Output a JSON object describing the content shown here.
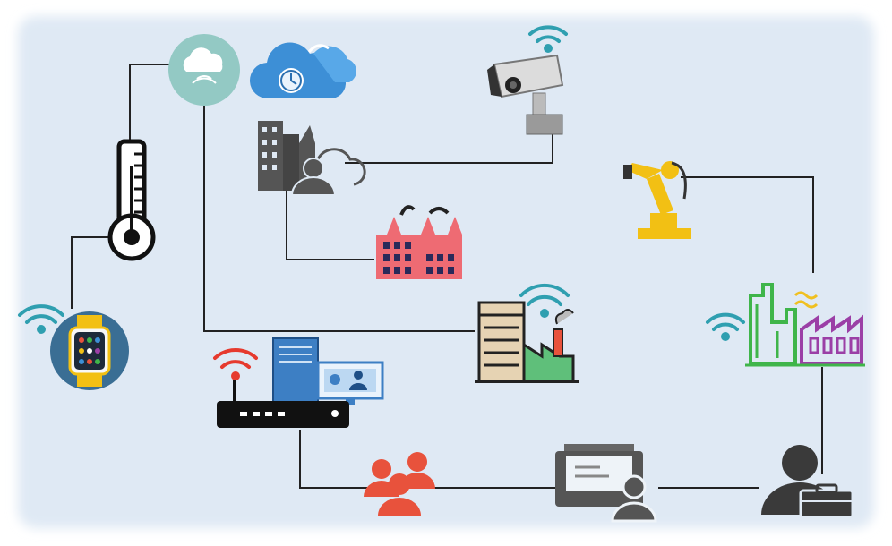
{
  "diagram": {
    "title": "",
    "background_color": "#dfe9f4",
    "line_color": "#222222",
    "nodes": [
      {
        "id": "cloud-hub",
        "icon": "cloud-wifi-icon",
        "color": "#93c9c4"
      },
      {
        "id": "cloud-clock",
        "icon": "cloud-clock-icon",
        "color": "#3d8fd6"
      },
      {
        "id": "security-camera",
        "icon": "security-camera-icon",
        "color": "#9a9a9a"
      },
      {
        "id": "thermometer",
        "icon": "thermometer-icon",
        "color": "#1a1a1a"
      },
      {
        "id": "smart-city-user",
        "icon": "city-user-cloud-icon",
        "color": "#555555"
      },
      {
        "id": "factory-red",
        "icon": "factory-icon",
        "color": "#ee6b73"
      },
      {
        "id": "robot-arm",
        "icon": "robot-arm-icon",
        "color": "#f2c014"
      },
      {
        "id": "smartwatch",
        "icon": "smartwatch-icon",
        "color": "#3a6e94"
      },
      {
        "id": "building-factory",
        "icon": "building-factory-icon",
        "color": "#e6d3b3"
      },
      {
        "id": "green-factory",
        "icon": "green-factory-icon",
        "color": "#3fb54a"
      },
      {
        "id": "router",
        "icon": "router-icon",
        "color": "#1a1a1a"
      },
      {
        "id": "server-computer",
        "icon": "server-computer-icon",
        "color": "#3d7fc4"
      },
      {
        "id": "user-group",
        "icon": "user-group-icon",
        "color": "#e8523c"
      },
      {
        "id": "mail-user",
        "icon": "mail-user-icon",
        "color": "#555555"
      },
      {
        "id": "business-user",
        "icon": "business-user-icon",
        "color": "#3a3a3a"
      }
    ],
    "accent_colors": {
      "wifi_teal": "#2f9fb0",
      "wifi_red": "#e63a2e",
      "factory_purple": "#9b3fa6",
      "factory_wave_yellow": "#f0c020"
    }
  }
}
